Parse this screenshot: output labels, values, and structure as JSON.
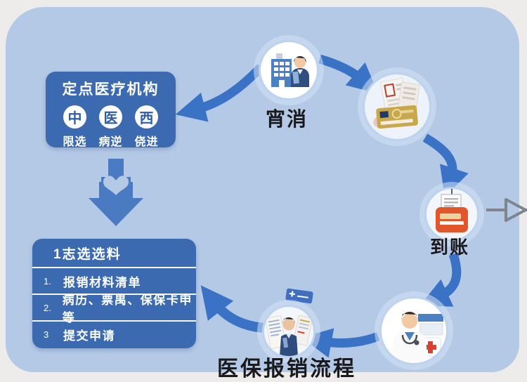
{
  "title_caption": "医保报销流程",
  "top_left_box": {
    "title": "定点医疗机构",
    "circles": [
      {
        "char": "中",
        "label": "限选"
      },
      {
        "char": "医",
        "label": "病逆"
      },
      {
        "char": "西",
        "label": "侥进"
      }
    ]
  },
  "nodes": {
    "applicant": {
      "label": "宵消"
    },
    "arrival": {
      "label": "到账"
    }
  },
  "checklist_box": {
    "header": "1志选选料",
    "items": [
      {
        "num": "1.",
        "text": "报销材料清单"
      },
      {
        "num": "2.",
        "text": "病历、票禺、保保卡申等"
      },
      {
        "num": "3",
        "text": "提交申请"
      }
    ]
  },
  "palette": {
    "outer_bg": "#edecea",
    "card_bg": "#b4c9e6",
    "box_blue": "#3c6ab1",
    "arrow_blue": "#3a72c6",
    "accent_orange": "#e2562c",
    "accent_gold": "#c9a84c",
    "text_dark": "#1a1a1c"
  }
}
